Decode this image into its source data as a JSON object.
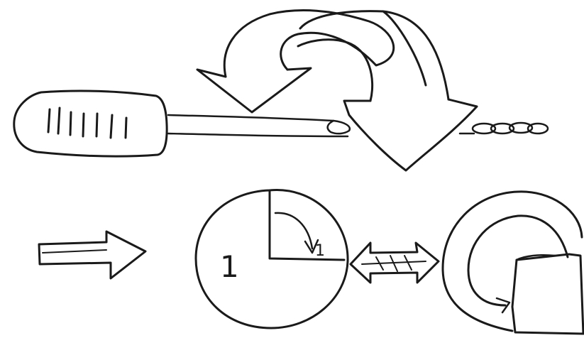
{
  "diagram": {
    "kind": "hand-drawn sketch",
    "ink_color": "#1a1a1a",
    "paper_color": "#ffffff",
    "labels": {
      "whole_circle": "1",
      "quarter_sector": "1"
    },
    "icons": [
      "screwdriver-icon",
      "curved-arrow-icon",
      "curved-arrow-icon",
      "chain-links-icon",
      "hollow-right-arrow-icon",
      "double-headed-arrow-icon",
      "ring-icon"
    ]
  }
}
